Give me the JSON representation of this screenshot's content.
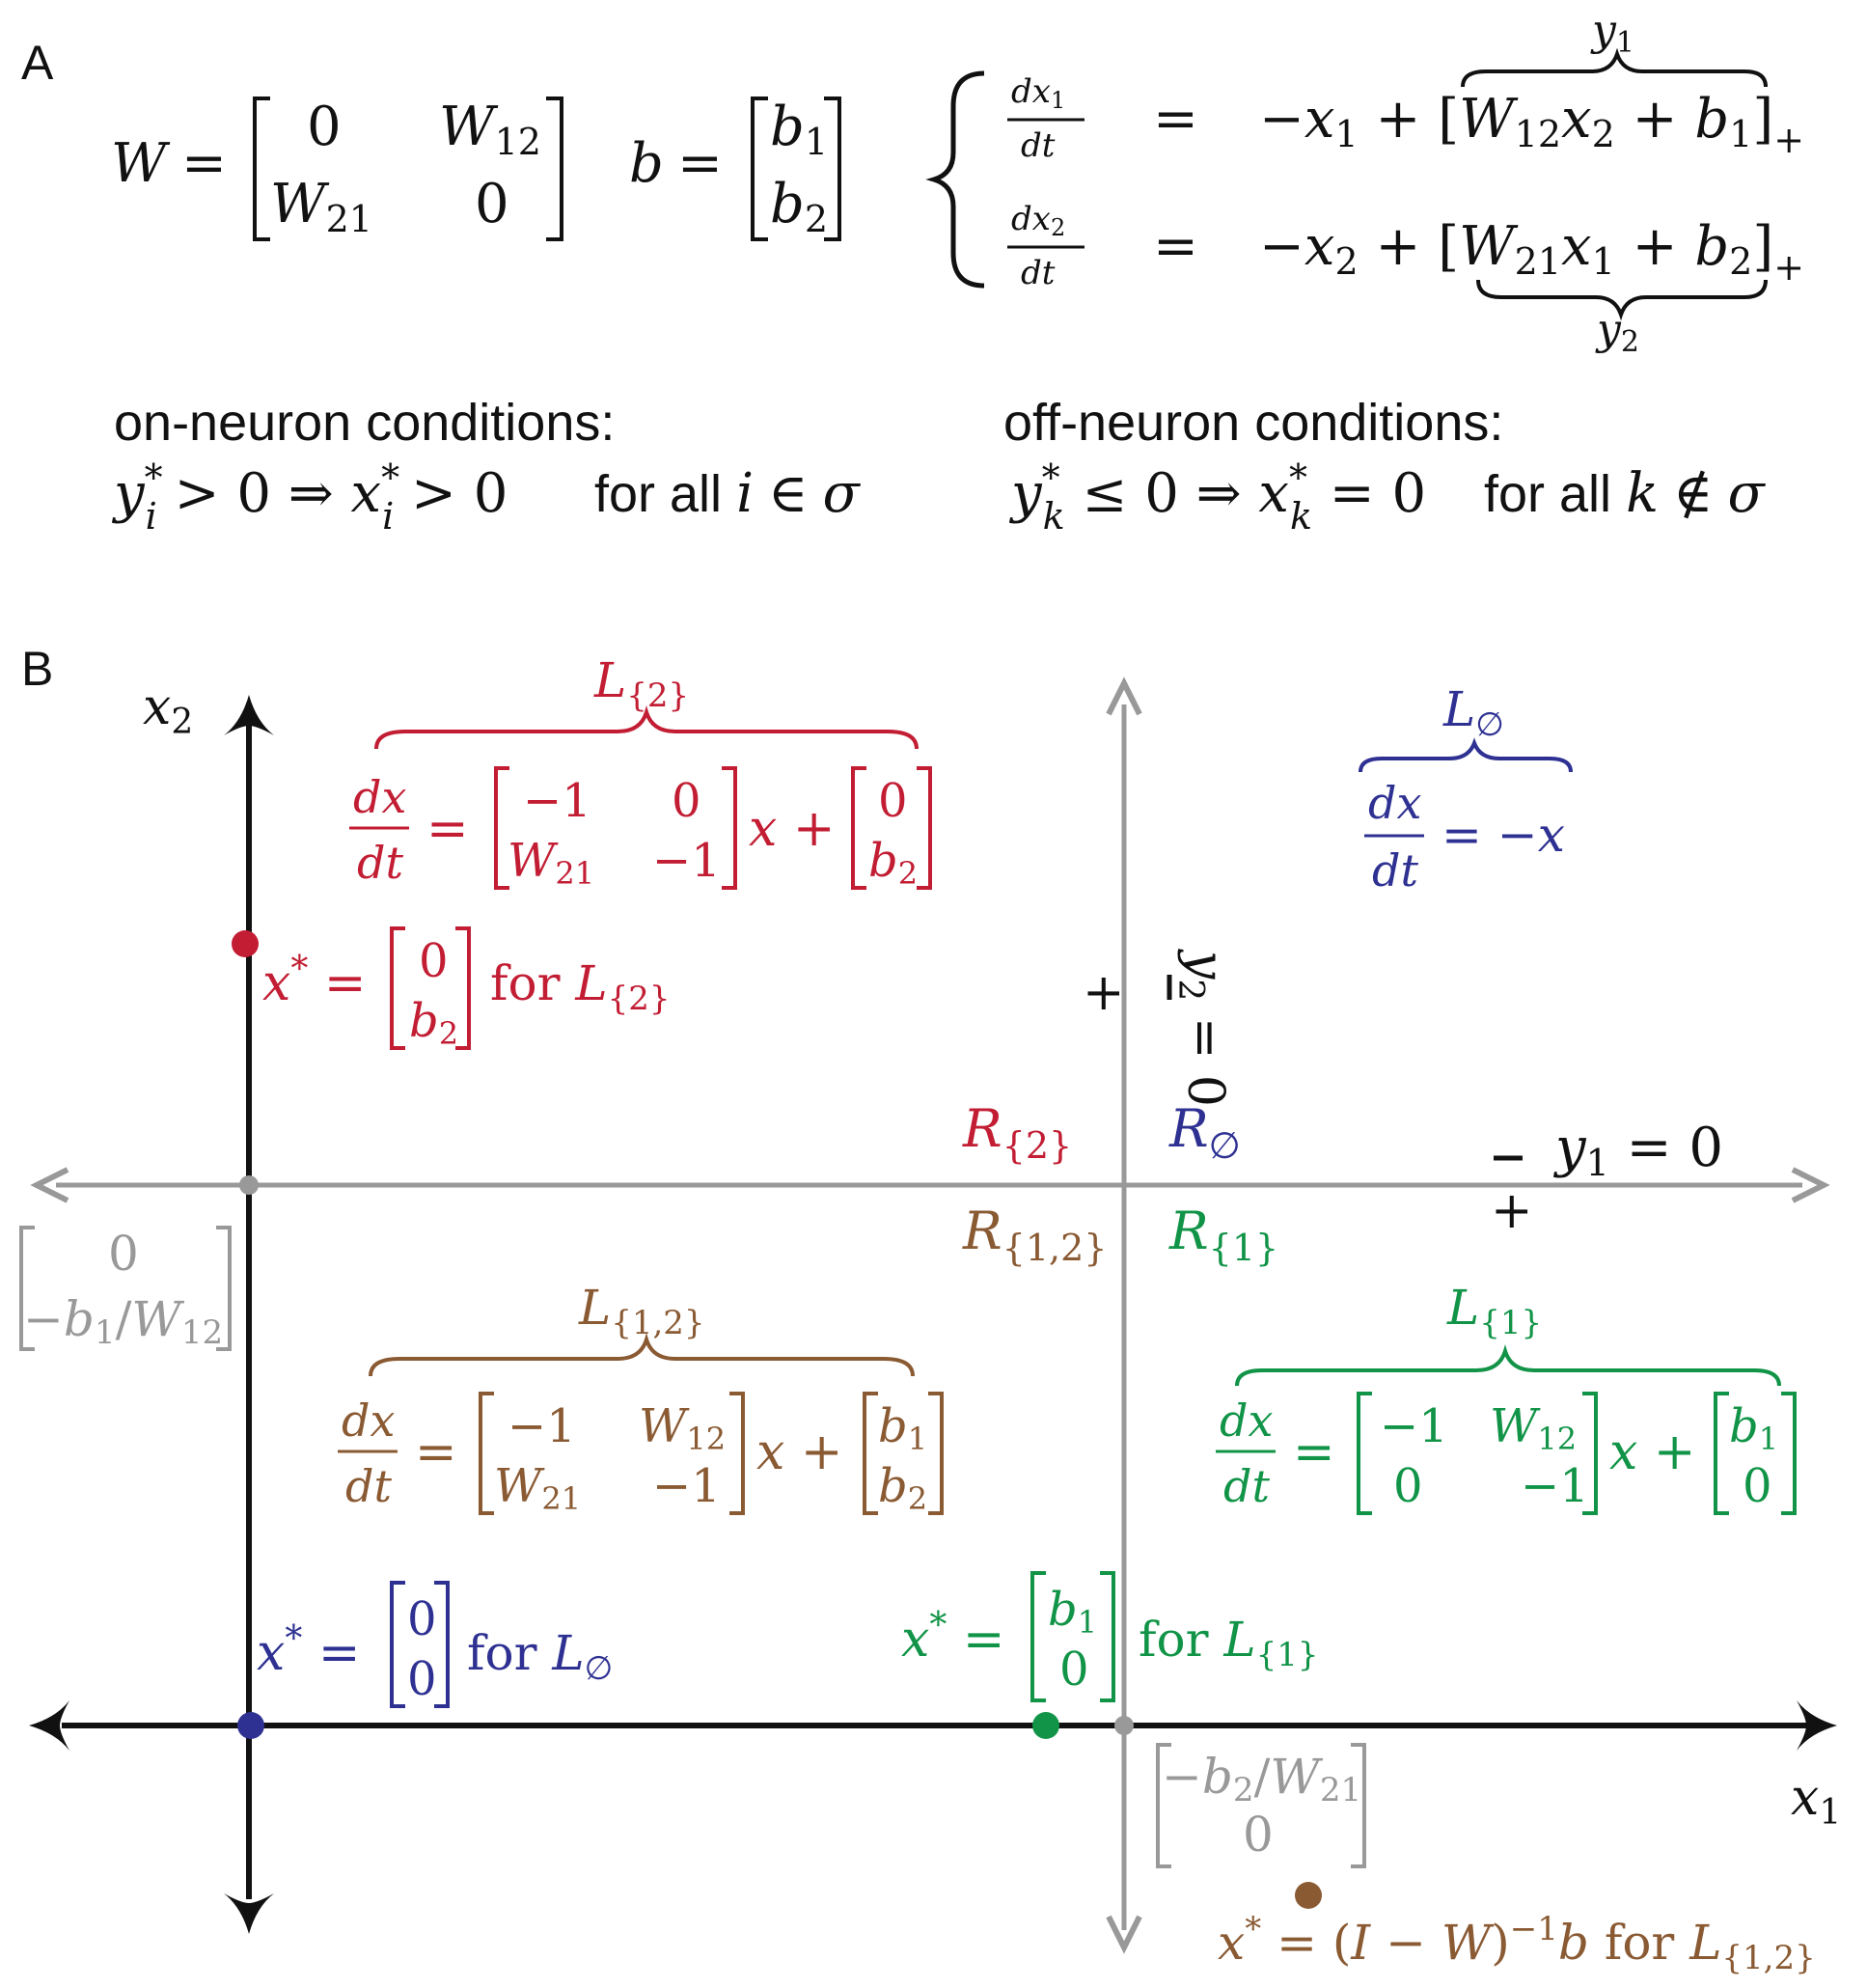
{
  "panel_a": {
    "label": "A",
    "W_matrix": {
      "lhs": "W",
      "r1": [
        "0",
        "W12"
      ],
      "r2": [
        "W21",
        "0"
      ]
    },
    "b_vector": {
      "lhs": "b",
      "entries": [
        "b1",
        "b2"
      ]
    },
    "ode1": {
      "lhs": "dx1/dt",
      "rhs": "= −x1 + [W12x2 + b1]+",
      "brace_label": "y1"
    },
    "ode2": {
      "lhs": "dx2/dt",
      "rhs": "= −x2 + [W21x1 + b2]+",
      "brace_label": "y2"
    },
    "on_title": "on-neuron conditions:",
    "on_condition": "y*i > 0 ⇒ x*i > 0",
    "on_suffix": "for all i ∈ σ",
    "off_title": "off-neuron conditions:",
    "off_condition": "y*k ≤ 0 ⇒ x*k = 0",
    "off_suffix": "for all k ∉ σ"
  },
  "panel_b": {
    "label": "B",
    "x_axis_label": "x1",
    "y_axis_label": "x2",
    "y2_line_label": "y2 = 0",
    "y1_line_label": "y1 = 0",
    "y2_signs": [
      "+",
      "−"
    ],
    "y1_signs": [
      "−",
      "+"
    ],
    "regions": [
      "R{2}",
      "R∅",
      "R{1,2}",
      "R{1}"
    ],
    "intercept_y": [
      "0",
      "−b1/W12"
    ],
    "intercept_x": [
      "−b2/W21",
      "0"
    ],
    "systems": [
      {
        "name": "L{2}",
        "matrix": [
          [
            "−1",
            "0"
          ],
          [
            "W21",
            "−1"
          ]
        ],
        "vector": [
          "0",
          "b2"
        ]
      },
      {
        "name": "L∅",
        "equation": "dx/dt = −x"
      },
      {
        "name": "L{1,2}",
        "matrix": [
          [
            "−1",
            "W12"
          ],
          [
            "W21",
            "−1"
          ]
        ],
        "vector": [
          "b1",
          "b2"
        ]
      },
      {
        "name": "L{1}",
        "matrix": [
          [
            "−1",
            "W12"
          ],
          [
            "0",
            "−1"
          ]
        ],
        "vector": [
          "b1",
          "0"
        ]
      }
    ],
    "fixed_points": [
      {
        "for": "L{2}",
        "value": [
          "0",
          "b2"
        ],
        "text": "x* = [0; b2] for L{2}"
      },
      {
        "for": "L∅",
        "value": [
          "0",
          "0"
        ],
        "text": "x* = [0; 0] for L∅"
      },
      {
        "for": "L{1}",
        "value": [
          "b1",
          "0"
        ],
        "text": "x* = [b1; 0] for L{1}"
      },
      {
        "for": "L{1,2}",
        "value": "(I − W)^−1 b",
        "text": "x* = (I − W)−1b for L{1,2}"
      }
    ]
  },
  "colors": {
    "L2": "#c21d33",
    "L_empty": "#2e3192",
    "L12": "#8a5a33",
    "L1": "#119447",
    "threshold": "#999999",
    "axis": "#111111"
  }
}
